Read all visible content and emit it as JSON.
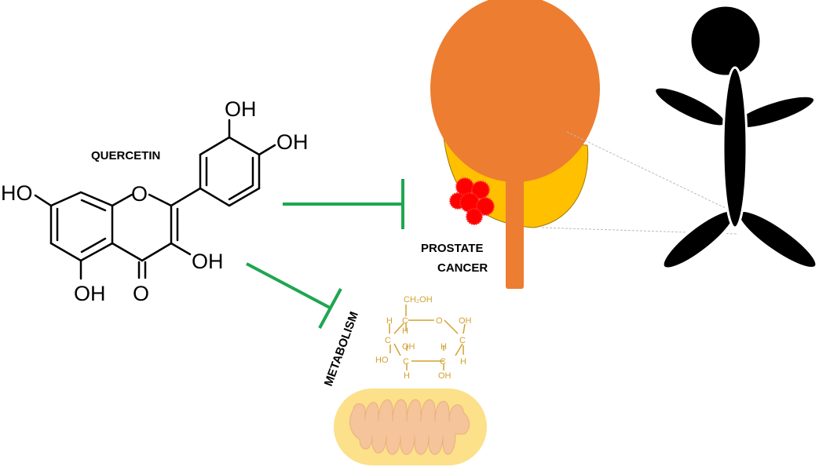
{
  "quercetin": {
    "name": "QUERCETIN",
    "groups": {
      "oh_top": "OH",
      "oh_right": "OH",
      "ho_left": "HO",
      "oh_c3": "OH",
      "oh_c5": "OH",
      "ring_o": "O",
      "carbonyl_o": "O"
    }
  },
  "prostate": {
    "label_line1": "PROSTATE",
    "label_line2": "CANCER"
  },
  "metabolism": {
    "label": "METABOLISM"
  },
  "glucose": {
    "ch2oh": "CH₂OH",
    "c": "C",
    "o": "O",
    "oh": "OH",
    "h": "H",
    "ho": "HO"
  },
  "colors": {
    "inhibition": "#1ea650",
    "bladder": "#ed7d31",
    "prostate": "#ffc000",
    "tumor": "#ff0000",
    "figure": "#000000",
    "sugar": "#d4a030",
    "mito_outer": "#fce08a",
    "mito_inner": "#f5c49a"
  }
}
